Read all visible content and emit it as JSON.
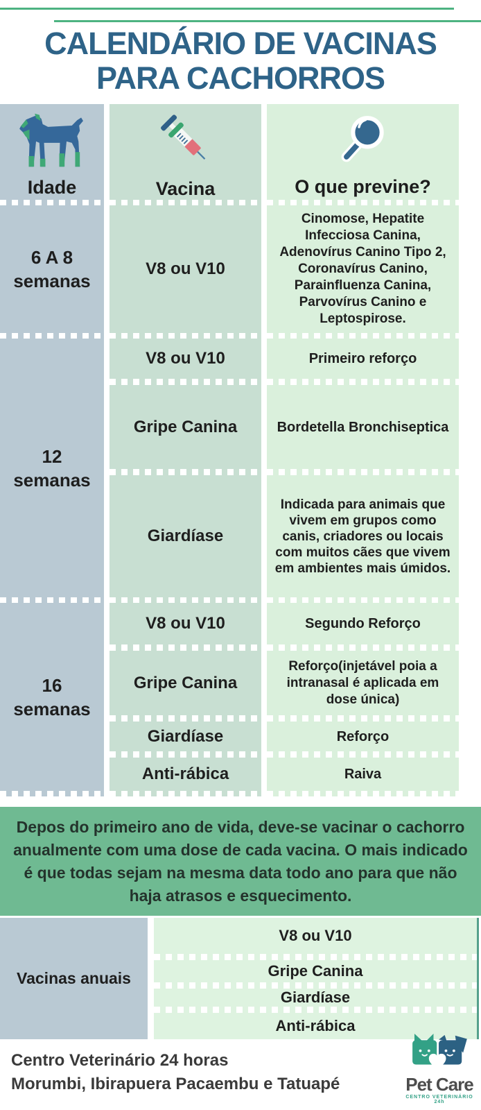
{
  "title": {
    "line1": "CALENDÁRIO DE VACINAS",
    "line2": "PARA CACHORROS"
  },
  "palette": {
    "title_blue": "#2e6388",
    "rule_green": "#4db381",
    "col_idade_bg": "#b9c9d3",
    "col_vacina_bg": "#c8dfd2",
    "col_previne_bg": "#daf0dc",
    "note_band_bg": "#6fba92",
    "annual_border_teal": "#55a08c",
    "logo_teal": "#33a186",
    "logo_blue": "#2c6183"
  },
  "table": {
    "headers": [
      {
        "label": "Idade",
        "icon": "dog-icon"
      },
      {
        "label": "Vacina",
        "icon": "syringe-icon"
      },
      {
        "label": "O que previne?",
        "icon": "magnifier-icon"
      }
    ],
    "groups": [
      {
        "age": "6 A 8 semanas",
        "rows": [
          {
            "vaccine": "V8 ou V10",
            "prevents": "Cinomose, Hepatite Infecciosa Canina, Adenovírus Canino Tipo 2, Coronavírus Canino, Parainfluenza Canina, Parvovírus Canino e Leptospirose."
          }
        ]
      },
      {
        "age": "12 semanas",
        "rows": [
          {
            "vaccine": "V8 ou V10",
            "prevents": "Primeiro reforço"
          },
          {
            "vaccine": "Gripe Canina",
            "prevents": "Bordetella Bronchiseptica"
          },
          {
            "vaccine": "Giardíase",
            "prevents": "Indicada para animais que vivem em grupos como canis, criadores ou locais com muitos cães que vivem em ambientes mais úmidos."
          }
        ]
      },
      {
        "age": "16 semanas",
        "rows": [
          {
            "vaccine": "V8 ou V10",
            "prevents": "Segundo Reforço"
          },
          {
            "vaccine": "Gripe Canina",
            "prevents": "Reforço(injetável poia a intranasal é aplicada em dose única)"
          },
          {
            "vaccine": "Giardíase",
            "prevents": "Reforço"
          },
          {
            "vaccine": "Anti-rábica",
            "prevents": "Raiva"
          }
        ]
      }
    ]
  },
  "note": "Depos do primeiro ano de vida, deve-se vacinar o cachorro anualmente com uma dose de cada vacina. O mais indicado é que todas sejam na mesma data todo ano para que não haja atrasos e esquecimento.",
  "annual": {
    "label": "Vacinas anuais",
    "vaccines": [
      "V8 ou V10",
      "Gripe Canina",
      "Giardíase",
      "Anti-rábica"
    ]
  },
  "footer": {
    "line1": "Centro Veterinário 24 horas",
    "line2": "Morumbi, Ibirapuera Pacaembu e Tatuapé",
    "logo": {
      "name": "Pet Care",
      "tagline": "CENTRO VETERINÁRIO 24h"
    }
  }
}
